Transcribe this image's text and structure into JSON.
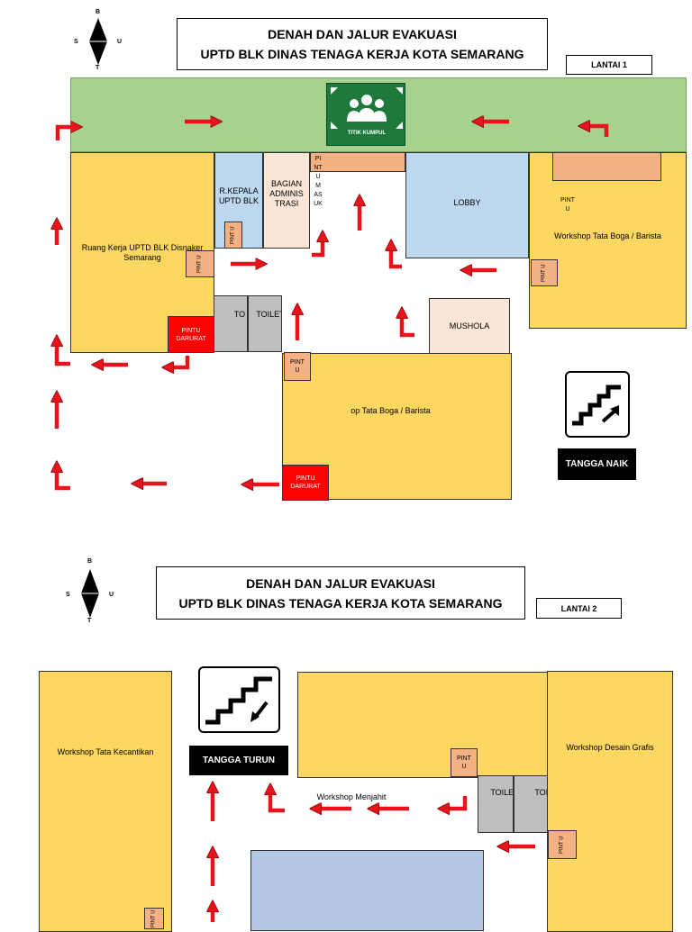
{
  "floor1": {
    "title_line1": "DENAH DAN JALUR EVAKUASI",
    "title_line2": "UPTD BLK DINAS TENAGA KERJA KOTA SEMARANG",
    "floor_label": "LANTAI 1",
    "compass": {
      "north": "B",
      "south": "T",
      "west": "S",
      "east": "U"
    },
    "assembly_point": "TITIK KUMPUL",
    "rooms": {
      "ruang_kerja": "Ruang Kerja UPTD BLK Disnaker Semarang",
      "kepala": "R.KEPALA UPTD BLK",
      "administrasi": "BAGIAN ADMINIS TRASI",
      "pintu_masuk": "PINTU MASUK",
      "lobby": "LOBBY",
      "workshop_boga_1": "Workshop Tata Boga / Barista",
      "toilet_a": "TO",
      "toilet_b": "TOILET",
      "mushola": "MUSHOLA",
      "workshop_boga_2": "op Tata Boga / Barista"
    },
    "doors": {
      "pintu_kepala": "PINT U",
      "pintu_ruang": "PINT U",
      "pintu_workshop": "PINT U",
      "pintu_bawah": "PINT U",
      "pintu_darurat_1": "PINTU DARURAT",
      "pintu_darurat_2": "PINTU DARURAT"
    },
    "stairs_label": "TANGGA NAIK"
  },
  "floor2": {
    "title_line1": "DENAH DAN JALUR EVAKUASI",
    "title_line2": "UPTD BLK DINAS TENAGA KERJA KOTA SEMARANG",
    "floor_label": "LANTAI 2",
    "compass": {
      "north": "B",
      "south": "T",
      "west": "S",
      "east": "U"
    },
    "rooms": {
      "kecantikan": "Workshop Tata Kecantikan",
      "menjahit": "Workshop Menjahit",
      "toilet_a": "TOILET",
      "toilet_b": "TOILET",
      "desain": "Workshop Desain Grafis"
    },
    "doors": {
      "pintu_menjahit": "PINT U",
      "pintu_desain": "PINT U",
      "pintu_kecantikan": "PINT U"
    },
    "stairs_label": "TANGGA TURUN"
  },
  "colors": {
    "room_yellow": "#fdd75f",
    "office_blue": "#bdd7ee",
    "door_peach": "#f4b183",
    "emergency_red": "#ff0000",
    "assembly_green": "#a9d18e",
    "sign_green": "#1e7a3c",
    "arrow_red": "#e8131b"
  }
}
